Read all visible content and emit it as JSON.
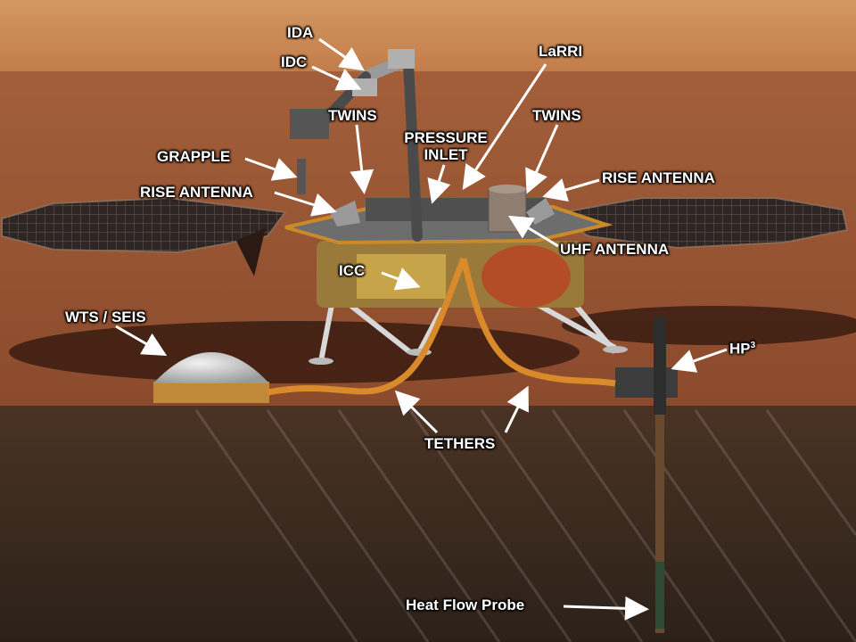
{
  "labels": {
    "ida": "IDA",
    "idc": "IDC",
    "larri": "LaRRI",
    "twins_left": "TWINS",
    "twins_right": "TWINS",
    "pressure_inlet_line1": "PRESSURE",
    "pressure_inlet_line2": "INLET",
    "grapple": "GRAPPLE",
    "rise_antenna_left": "RISE ANTENNA",
    "rise_antenna_right": "RISE ANTENNA",
    "uhf_antenna": "UHF ANTENNA",
    "icc": "ICC",
    "wts_seis": "WTS / SEIS",
    "hp3_base": "HP",
    "hp3_sup": "3",
    "tethers": "TETHERS",
    "heat_flow_probe": "Heat Flow Probe"
  },
  "colors": {
    "sky": "#d9955a",
    "ground": "#9c5433",
    "subsurface": "#3b2a1f",
    "label_text": "#ffffff",
    "arrow": "#ffffff",
    "tether": "#d98a2b",
    "solar_panel": "#2a2322"
  }
}
